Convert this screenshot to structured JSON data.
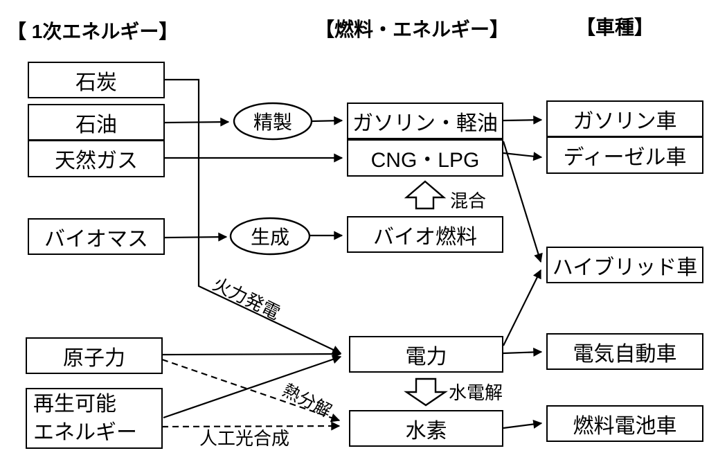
{
  "headers": {
    "primary_energy": "【 1次エネルギー】",
    "fuel_energy": "【燃料・エネルギー】",
    "vehicle_type": "【車種】"
  },
  "primary_energy": {
    "coal": "石炭",
    "oil": "石油",
    "natural_gas": "天然ガス",
    "biomass": "バイオマス",
    "nuclear": "原子力",
    "renewable_line1": "再生可能",
    "renewable_line2": "エネルギー"
  },
  "process_ovals": {
    "refining": "精製",
    "generation": "生成"
  },
  "fuels": {
    "gasoline_diesel": "ガソリン・軽油",
    "cng_lpg": "CNG・LPG",
    "biofuel": "バイオ燃料",
    "electricity": "電力",
    "hydrogen": "水素"
  },
  "vehicles": {
    "gasoline_car": "ガソリン車",
    "diesel_car": "ディーゼル車",
    "hybrid_car": "ハイブリッド車",
    "electric_vehicle": "電気自動車",
    "fuel_cell_vehicle": "燃料電池車"
  },
  "edge_labels": {
    "mixing": "混合",
    "thermal_power": "火力発電",
    "water_electrolysis": "水電解",
    "thermal_decomposition": "熱分解",
    "artificial_photosynthesis": "人工光合成"
  },
  "colors": {
    "line": "#000000",
    "background": "#ffffff",
    "box_fill": "#ffffff"
  }
}
